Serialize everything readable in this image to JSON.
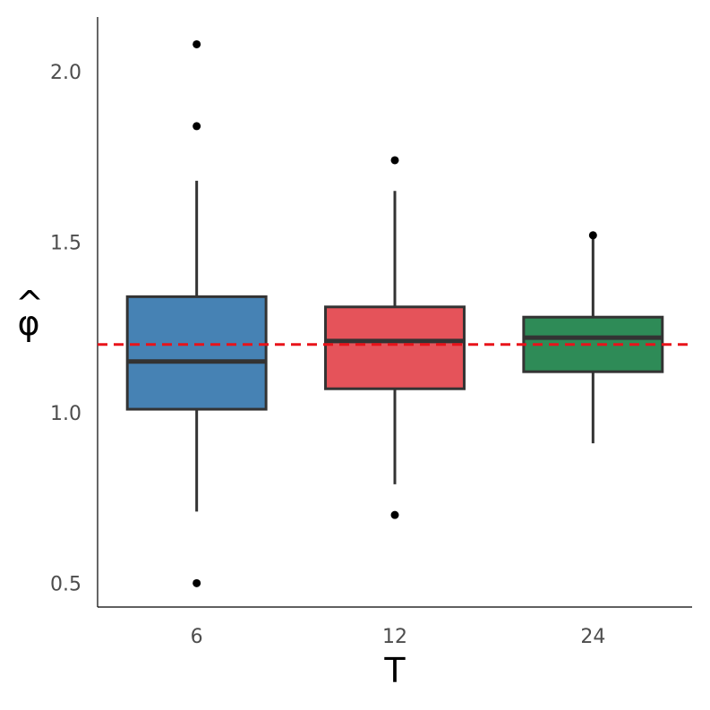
{
  "chart_data": {
    "type": "boxplot",
    "xlabel": "T",
    "ylabel": "φ̂",
    "ylabel_base": "φ",
    "ylabel_hat": "^",
    "ylim": [
      0.43,
      2.16
    ],
    "yticks": [
      0.5,
      1.0,
      1.5,
      2.0
    ],
    "ytick_labels": [
      "0.5",
      "1.0",
      "1.5",
      "2.0"
    ],
    "grid": false,
    "legend": "none",
    "reference_line": {
      "value": 1.2,
      "color": "#e8131a",
      "style": "dashed"
    },
    "box_stroke": "#333333",
    "point_color": "#000000",
    "categories": [
      "6",
      "12",
      "24"
    ],
    "boxes": [
      {
        "category": "6",
        "color": "#4682b4",
        "whisker_low": 0.71,
        "q1": 1.01,
        "median": 1.15,
        "q3": 1.34,
        "whisker_high": 1.68,
        "outliers": [
          0.5,
          1.84,
          2.08
        ]
      },
      {
        "category": "12",
        "color": "#e5535a",
        "whisker_low": 0.79,
        "q1": 1.07,
        "median": 1.21,
        "q3": 1.31,
        "whisker_high": 1.65,
        "outliers": [
          0.7,
          1.74
        ]
      },
      {
        "category": "24",
        "color": "#2e8b57",
        "whisker_low": 0.91,
        "q1": 1.12,
        "median": 1.22,
        "q3": 1.28,
        "whisker_high": 1.51,
        "outliers": [
          1.52
        ]
      }
    ]
  }
}
